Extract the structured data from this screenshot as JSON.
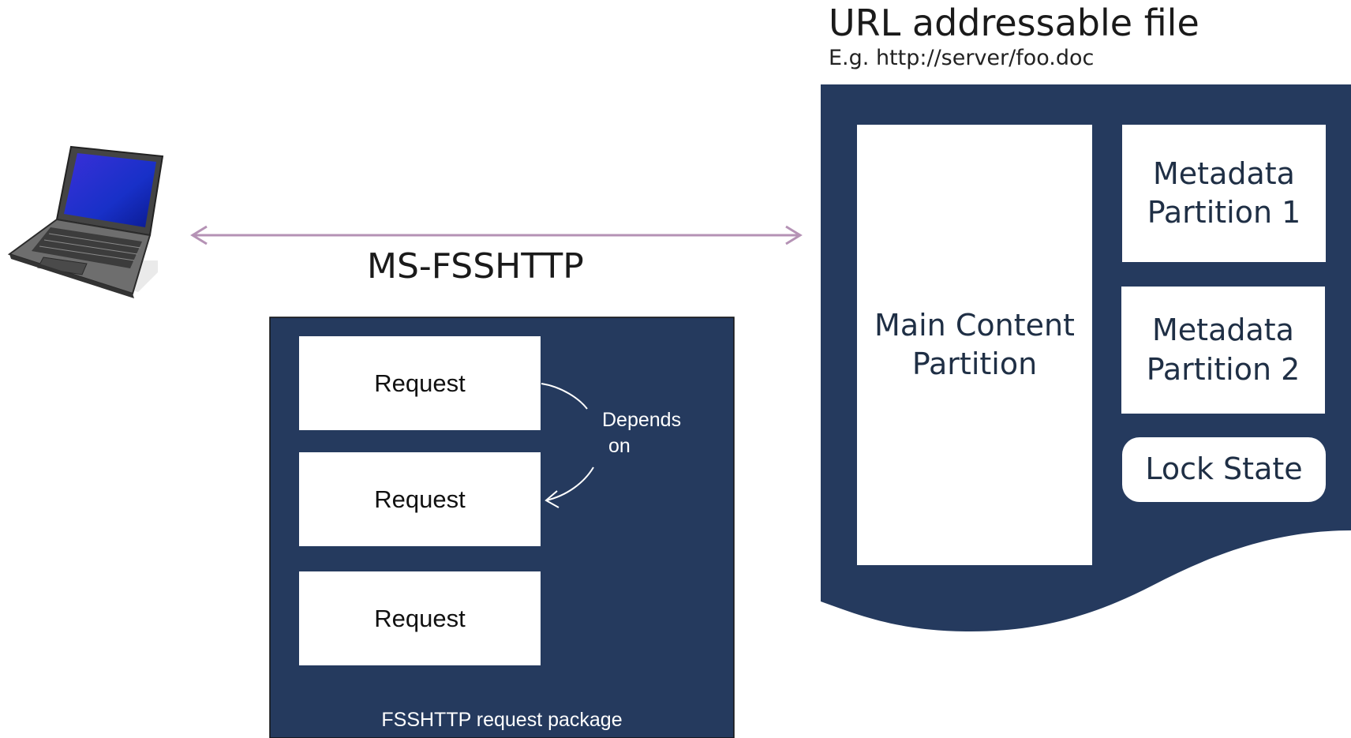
{
  "file": {
    "title": "URL addressable file",
    "subtitle": "E.g. http://server/foo.doc",
    "main_partition": "Main Content Partition",
    "metadata_1": "Metadata Partition 1",
    "metadata_2": "Metadata Partition 2",
    "lock_state": "Lock State"
  },
  "protocol": {
    "label": "MS-FSSHTTP"
  },
  "package": {
    "label": "FSSHTTP request package",
    "requests": [
      "Request",
      "Request",
      "Request"
    ],
    "depends_label_line1": "Depends",
    "depends_label_line2": "on"
  },
  "colors": {
    "navy": "#253a5e",
    "arrow": "#b592b5",
    "white": "#ffffff"
  },
  "icons": {
    "client": "laptop-icon"
  }
}
